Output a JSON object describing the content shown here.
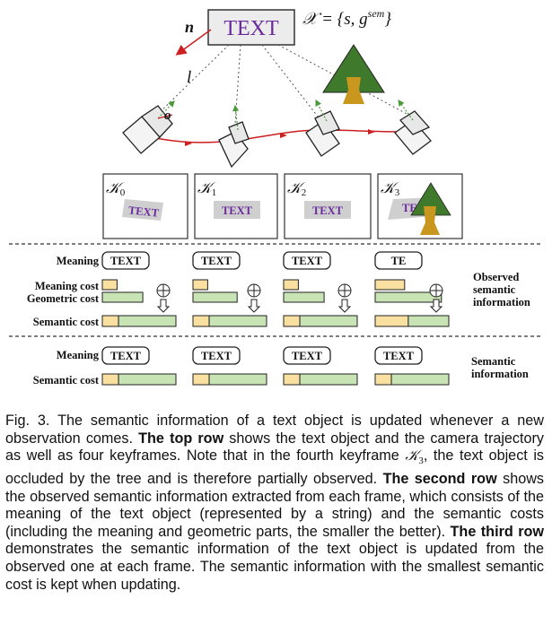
{
  "figure": {
    "top": {
      "text_label": "TEXT",
      "normal_label": "n",
      "line_label": "l",
      "origin_label": "o",
      "state_label": "𝒳 = {s, g",
      "state_superscript": "sem",
      "state_close": "}"
    },
    "keyframes": [
      {
        "label": "𝒦",
        "sub": "0",
        "text": "TEXT"
      },
      {
        "label": "𝒦",
        "sub": "1",
        "text": "TEXT"
      },
      {
        "label": "𝒦",
        "sub": "2",
        "text": "TEXT"
      },
      {
        "label": "𝒦",
        "sub": "3",
        "text": "TE"
      }
    ],
    "observed": {
      "meaning_label": "Meaning",
      "meaning_cost_label": "Meaning cost",
      "geometric_cost_label": "Geometric cost",
      "semantic_cost_label": "Semantic cost",
      "meanings": [
        "TEXT",
        "TEXT",
        "TEXT",
        "TE"
      ],
      "side_label_lines": [
        "Observed",
        "semantic",
        "information"
      ],
      "meaning_cost_fraction": [
        0.2,
        0.2,
        0.2,
        0.4
      ],
      "geometric_cost_fraction": [
        0.55,
        0.6,
        0.55,
        0.9
      ],
      "semantic_split_fraction": [
        0.22,
        0.22,
        0.22,
        0.45
      ]
    },
    "semantic": {
      "meaning_label": "Meaning",
      "semantic_cost_label": "Semantic cost",
      "meanings": [
        "TEXT",
        "TEXT",
        "TEXT",
        "TEXT"
      ],
      "side_label_lines": [
        "Semantic",
        "information"
      ],
      "semantic_split_fraction": [
        0.22,
        0.22,
        0.22,
        0.22
      ]
    },
    "colors": {
      "meaning_cost": "#f9e0a0",
      "geometric_cost": "#c8e3b4",
      "text_purple": "#6a2a9e",
      "trajectory": "#cc1f1f",
      "tree_green": "#3f7a2c",
      "tree_trunk": "#c9961e"
    }
  },
  "caption": {
    "p1": "Fig. 3. The semantic information of a text object is updated whenever a new observation comes. ",
    "b1": "The top row",
    "p2": " shows the text object and the camera trajectory as well as four keyframes. Note that in the fourth keyframe ",
    "k_label": "𝒦",
    "k_sub": "3",
    "p3": ", the text object is occluded by the tree and is therefore partially observed. ",
    "b2": "The second row",
    "p4": " shows the observed semantic information extracted from each frame, which consists of the meaning of the text object (represented by a string) and the semantic costs (including the meaning and geometric parts, the smaller the better). ",
    "b3": "The third row",
    "p5": " demonstrates the semantic information of the text object is updated from the observed one at each frame. The semantic information with the smallest semantic cost is kept when updating."
  }
}
